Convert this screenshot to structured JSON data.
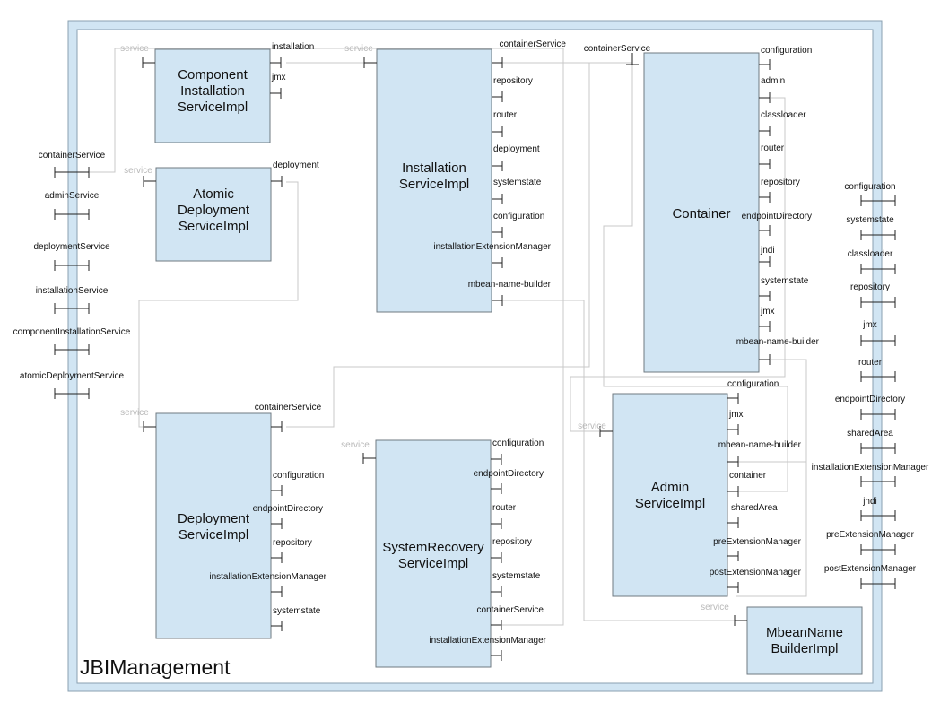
{
  "frame_title": "JBIManagement",
  "service_label": "service",
  "components": {
    "component_installation": {
      "title": [
        "Component",
        "Installation",
        "ServiceImpl"
      ],
      "ports": [
        "installation",
        "jmx"
      ]
    },
    "atomic_deployment": {
      "title": [
        "Atomic",
        "Deployment",
        "ServiceImpl"
      ],
      "ports": [
        "deployment"
      ]
    },
    "installation": {
      "title": [
        "Installation",
        "ServiceImpl"
      ],
      "ports": [
        "containerService",
        "repository",
        "router",
        "deployment",
        "systemstate",
        "configuration",
        "installationExtensionManager",
        "mbean-name-builder"
      ]
    },
    "container": {
      "title": [
        "Container"
      ],
      "top_port": "containerService",
      "ports": [
        "configuration",
        "admin",
        "classloader",
        "router",
        "repository",
        "endpointDirectory",
        "jndi",
        "systemstate",
        "jmx",
        "mbean-name-builder"
      ]
    },
    "deployment": {
      "title": [
        "Deployment",
        "ServiceImpl"
      ],
      "top_port": "containerService",
      "ports": [
        "configuration",
        "endpointDirectory",
        "repository",
        "installationExtensionManager",
        "systemstate"
      ]
    },
    "system_recovery": {
      "title": [
        "SystemRecovery",
        "ServiceImpl"
      ],
      "ports": [
        "configuration",
        "endpointDirectory",
        "router",
        "repository",
        "systemstate",
        "containerService",
        "installationExtensionManager"
      ]
    },
    "admin": {
      "title": [
        "Admin",
        "ServiceImpl"
      ],
      "ports": [
        "configuration",
        "jmx",
        "mbean-name-builder",
        "container",
        "sharedArea",
        "preExtensionManager",
        "postExtensionManager"
      ]
    },
    "mbean_name_builder": {
      "title": [
        "MbeanName",
        "BuilderImpl"
      ]
    }
  },
  "left_boundary_ports": [
    "containerService",
    "adminService",
    "deploymentService",
    "installationService",
    "componentInstallationService",
    "atomicDeploymentService"
  ],
  "right_boundary_ports": [
    "configuration",
    "systemstate",
    "classloader",
    "repository",
    "jmx",
    "router",
    "endpointDirectory",
    "sharedArea",
    "installationExtensionManager",
    "jndi",
    "preExtensionManager",
    "postExtensionManager"
  ]
}
